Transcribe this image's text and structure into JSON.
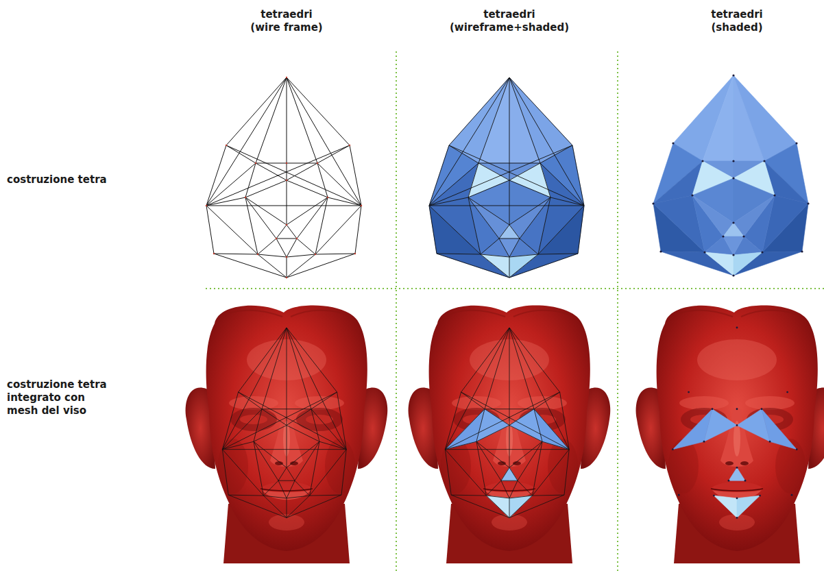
{
  "diagram": {
    "labels": [
      "tetraedri (wire frame)",
      "tetraedri (wireframe+shaded)",
      "tetraedri (shaded)",
      "costruzione tetra",
      "costruzione tetra integrato con mesh del viso"
    ]
  }
}
